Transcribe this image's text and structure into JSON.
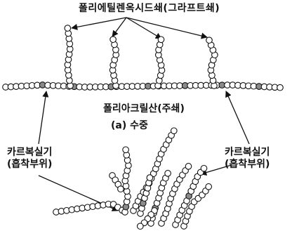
{
  "labels": {
    "graft_chain": "폴리에틸렌옥시드쇄(그라프트쇄)",
    "main_chain": "폴리아크릴산(주쇄)",
    "caption": "(a) 수중",
    "carboxyl_left": "카르복실기",
    "adsorption_left": "(흡착부위)",
    "carboxyl_right": "카르복실기",
    "adsorption_right": "(흡착부위)"
  },
  "colors": {
    "bead_plain": "#ffffff",
    "bead_carboxyl": "#8a8a8a",
    "stroke": "#111111"
  }
}
